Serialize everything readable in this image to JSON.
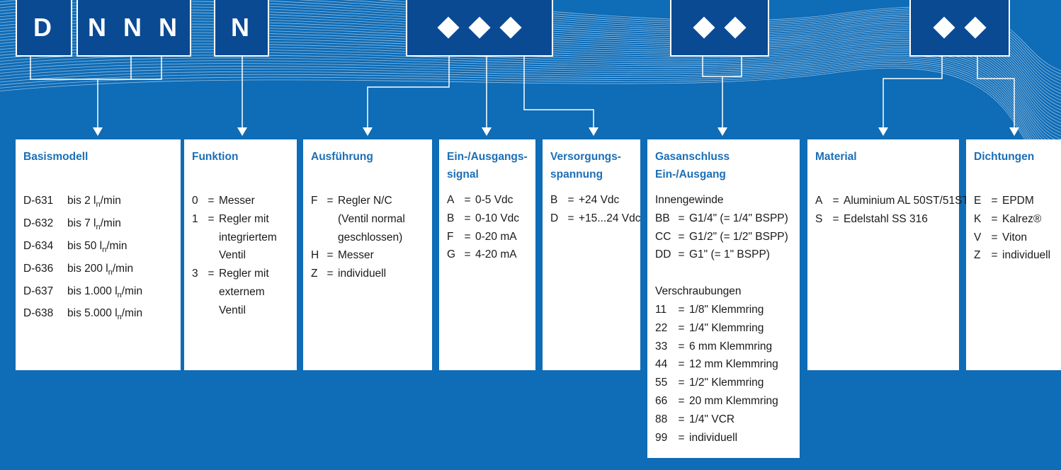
{
  "code_boxes": [
    {
      "id": "d",
      "text": "D"
    },
    {
      "id": "nnn",
      "text": "N N N"
    },
    {
      "id": "n",
      "text": "N"
    },
    {
      "id": "signal-diamonds",
      "diamonds": 3
    },
    {
      "id": "gas-diamonds",
      "diamonds": 2
    },
    {
      "id": "material-diamonds",
      "diamonds": 2
    }
  ],
  "cards": [
    {
      "title": [
        "Basismodell"
      ],
      "rows": [
        {
          "code": "D-631",
          "text": "bis 2 l",
          "sub": "n",
          "tail": "/min"
        },
        {
          "code": "D-632",
          "text": "bis 7 l",
          "sub": "n",
          "tail": "/min"
        },
        {
          "code": "D-634",
          "text": "bis 50 l",
          "sub": "n",
          "tail": "/min"
        },
        {
          "code": "D-636",
          "text": "bis 200 l",
          "sub": "n",
          "tail": "/min"
        },
        {
          "code": "D-637",
          "text": "bis 1.000 l",
          "sub": "n",
          "tail": "/min"
        },
        {
          "code": "D-638",
          "text": "bis 5.000 l",
          "sub": "n",
          "tail": "/min"
        }
      ]
    },
    {
      "title": [
        "Funktion"
      ],
      "rows": [
        {
          "code": "0",
          "text": "Messer"
        },
        {
          "code": "1",
          "text": "Regler mit"
        },
        {
          "code": "",
          "text": "integriertem"
        },
        {
          "code": "",
          "text": "Ventil"
        },
        {
          "code": "3",
          "text": "Regler mit"
        },
        {
          "code": "",
          "text": "externem"
        },
        {
          "code": "",
          "text": "Ventil"
        }
      ]
    },
    {
      "title": [
        "Ausführung"
      ],
      "rows": [
        {
          "code": "F",
          "text": "Regler N/C"
        },
        {
          "code": "",
          "text": "(Ventil normal"
        },
        {
          "code": "",
          "text": "geschlossen)"
        },
        {
          "code": "H",
          "text": "Messer"
        },
        {
          "code": "Z",
          "text": "individuell"
        }
      ]
    },
    {
      "title": [
        "Ein-/Ausgangs-",
        "signal"
      ],
      "rows": [
        {
          "code": "A",
          "text": "0-5 Vdc"
        },
        {
          "code": "B",
          "text": "0-10 Vdc"
        },
        {
          "code": "F",
          "text": "0-20 mA"
        },
        {
          "code": "G",
          "text": "4-20 mA"
        }
      ]
    },
    {
      "title": [
        "Versorgungs-",
        "spannung"
      ],
      "rows": [
        {
          "code": "B",
          "text": "+24 Vdc"
        },
        {
          "code": "D",
          "text": "+15...24 Vdc"
        }
      ]
    },
    {
      "title": [
        "Gasanschluss",
        "Ein-/Ausgang"
      ],
      "rows": [
        {
          "heading": "Innengewinde"
        },
        {
          "code": "BB",
          "text": "G1/4\" (= 1/4\" BSPP)"
        },
        {
          "code": "CC",
          "text": "G1/2\" (= 1/2\" BSPP)"
        },
        {
          "code": "DD",
          "text": "G1\" (= 1\" BSPP)"
        },
        {
          "gap": true
        },
        {
          "heading": "Verschraubungen"
        },
        {
          "code": "11",
          "text": "1/8\" Klemmring"
        },
        {
          "code": "22",
          "text": "1/4\" Klemmring"
        },
        {
          "code": "33",
          "text": "6 mm Klemmring"
        },
        {
          "code": "44",
          "text": "12 mm Klemmring"
        },
        {
          "code": "55",
          "text": "1/2\" Klemmring"
        },
        {
          "code": "66",
          "text": "20 mm Klemmring"
        },
        {
          "code": "88",
          "text": "1/4\" VCR"
        },
        {
          "code": "99",
          "text": "individuell"
        }
      ]
    },
    {
      "title": [
        "Material"
      ],
      "rows": [
        {
          "code": "A",
          "text": "Aluminium AL 50ST/51ST"
        },
        {
          "code": "S",
          "text": "Edelstahl SS 316"
        }
      ]
    },
    {
      "title": [
        "Dichtungen"
      ],
      "rows": [
        {
          "code": "E",
          "text": "EPDM"
        },
        {
          "code": "K",
          "text": "Kalrez®"
        },
        {
          "code": "V",
          "text": "Viton"
        },
        {
          "code": "Z",
          "text": "individuell"
        }
      ]
    }
  ],
  "colors": {
    "background": "#0f6cb6",
    "code_box": "#0a4a93",
    "title": "#1b6fb7",
    "text": "#1a1a1a"
  }
}
